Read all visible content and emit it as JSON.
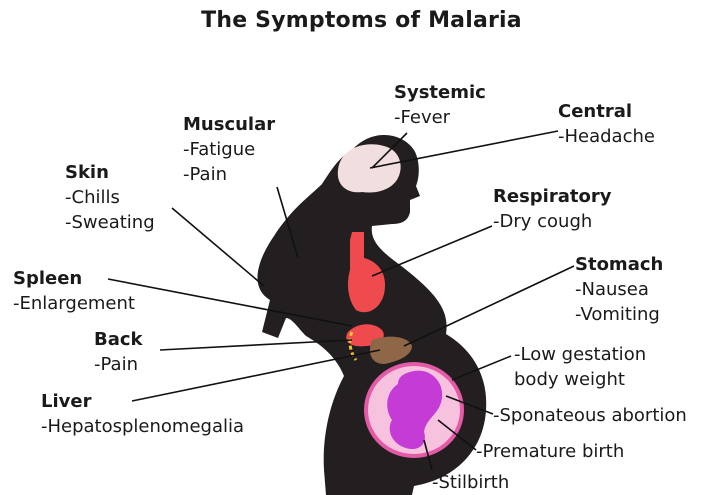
{
  "title": "The Symptoms of Malaria",
  "labels": {
    "systemic": {
      "heading": "Systemic",
      "items": [
        "-Fever"
      ]
    },
    "central": {
      "heading": "Central",
      "items": [
        "-Headache"
      ]
    },
    "muscular": {
      "heading": "Muscular",
      "items": [
        "-Fatigue",
        "-Pain"
      ]
    },
    "skin": {
      "heading": "Skin",
      "items": [
        "-Chills",
        "-Sweating"
      ]
    },
    "respiratory": {
      "heading": "Respiratory",
      "items": [
        "-Dry cough"
      ]
    },
    "spleen": {
      "heading": "Spleen",
      "items": [
        "-Enlargement"
      ]
    },
    "stomach": {
      "heading": "Stomach",
      "items": [
        "-Nausea",
        "-Vomiting"
      ]
    },
    "back": {
      "heading": "Back",
      "items": [
        "-Pain"
      ]
    },
    "liver": {
      "heading": "Liver",
      "items": [
        "-Hepatosplenomegalia"
      ]
    },
    "low_gestation": {
      "items": [
        "-Low gestation",
        "body weight"
      ]
    },
    "abortion": {
      "items": [
        "-Sponateous abortion"
      ]
    },
    "premature": {
      "items": [
        "-Premature birth"
      ]
    },
    "stillbirth": {
      "items": [
        "-Stilbirth"
      ]
    }
  },
  "colors": {
    "silhouette": "#231f20",
    "brain": "#f1dede",
    "organs": "#ef4a4e",
    "spleen": "#ef4a4e",
    "liver": "#8d6748",
    "back_highlight": "#f2c230",
    "womb_outer": "#f6c2dd",
    "womb_ring": "#e45aa7",
    "fetus": "#c43bd6",
    "leader_line": "#111111"
  }
}
